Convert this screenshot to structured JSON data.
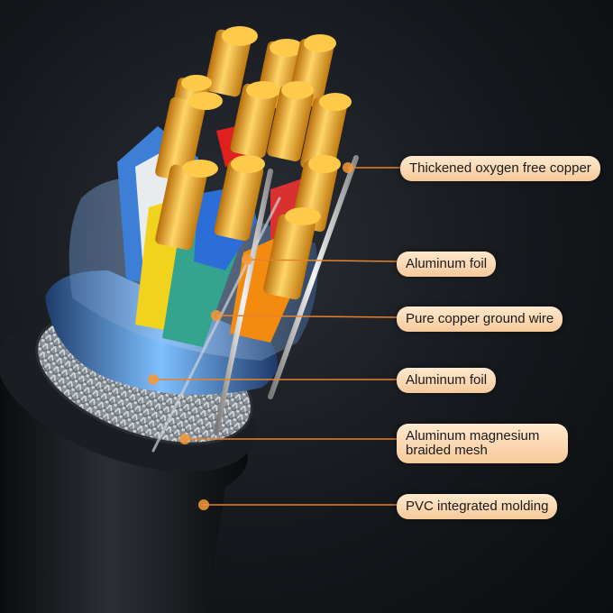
{
  "labels": {
    "conductor": "Thickened oxygen free copper",
    "inner_foil": "Aluminum foil",
    "ground_wire": "Pure copper ground wire",
    "outer_foil": "Aluminum foil",
    "braid_line1": "Aluminum magnesium",
    "braid_line2": "braided mesh",
    "jacket": "PVC integrated molding"
  },
  "colors": {
    "copper": "#f2a81a",
    "leader": "#e8822a",
    "label_bg": "#fbd9b3",
    "jacket": "#121417",
    "foil": "#5aa0e0"
  }
}
